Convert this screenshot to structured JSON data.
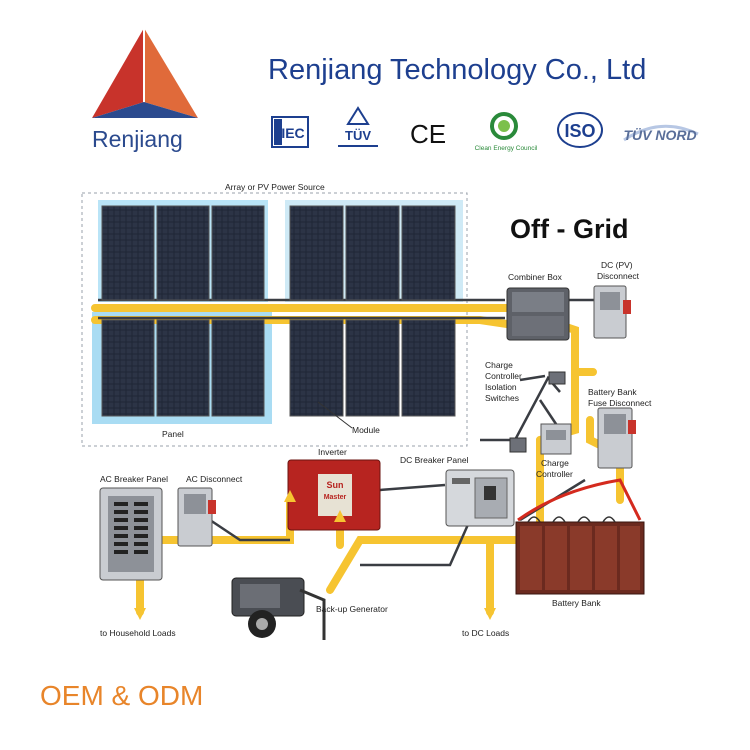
{
  "header": {
    "logo_text": "Renjiang",
    "company_name": "Renjiang Technology Co., Ltd",
    "certifications": [
      {
        "icon": "iec-icon",
        "label": "IEC"
      },
      {
        "icon": "tuv-icon",
        "label": "TÜV"
      },
      {
        "icon": "ce-icon",
        "label": "CE"
      },
      {
        "icon": "clean-energy-council-icon",
        "label": "Clean Energy Council"
      },
      {
        "icon": "iso-icon",
        "label": "ISO"
      },
      {
        "icon": "tuv-nord-icon",
        "label": "TÜV NORD"
      }
    ]
  },
  "diagram": {
    "title": "Off - Grid",
    "labels": {
      "array": "Array or PV Power Source",
      "panel": "Panel",
      "module": "Module",
      "combiner_box": "Combiner Box",
      "dc_pv_disconnect_1": "DC (PV)",
      "dc_pv_disconnect_2": "Disconnect",
      "charge_iso_1": "Charge",
      "charge_iso_2": "Controller",
      "charge_iso_3": "Isolation",
      "charge_iso_4": "Switches",
      "battery_fuse_1": "Battery Bank",
      "battery_fuse_2": "Fuse Disconnect",
      "charge_controller_1": "Charge",
      "charge_controller_2": "Controller",
      "inverter": "Inverter",
      "inverter_brand_1": "Sun",
      "inverter_brand_2": "Master",
      "dc_breaker_panel": "DC  Breaker Panel",
      "ac_breaker_panel": "AC Breaker Panel",
      "ac_disconnect": "AC Disconnect",
      "backup_generator": "Back-up Generator",
      "battery_bank": "Battery Bank",
      "household_loads": "to Household Loads",
      "dc_loads": "to DC Loads"
    }
  },
  "footer": {
    "oem_text": "OEM & ODM"
  },
  "colors": {
    "brand_blue": "#1d3f8f",
    "logo_red": "#c8332b",
    "wire_yellow": "#f6c431",
    "battery_brown": "#7a2f22",
    "inverter_red": "#b72420",
    "panel_highlight": "#b9e4f7",
    "accent_orange": "#e8852a"
  }
}
